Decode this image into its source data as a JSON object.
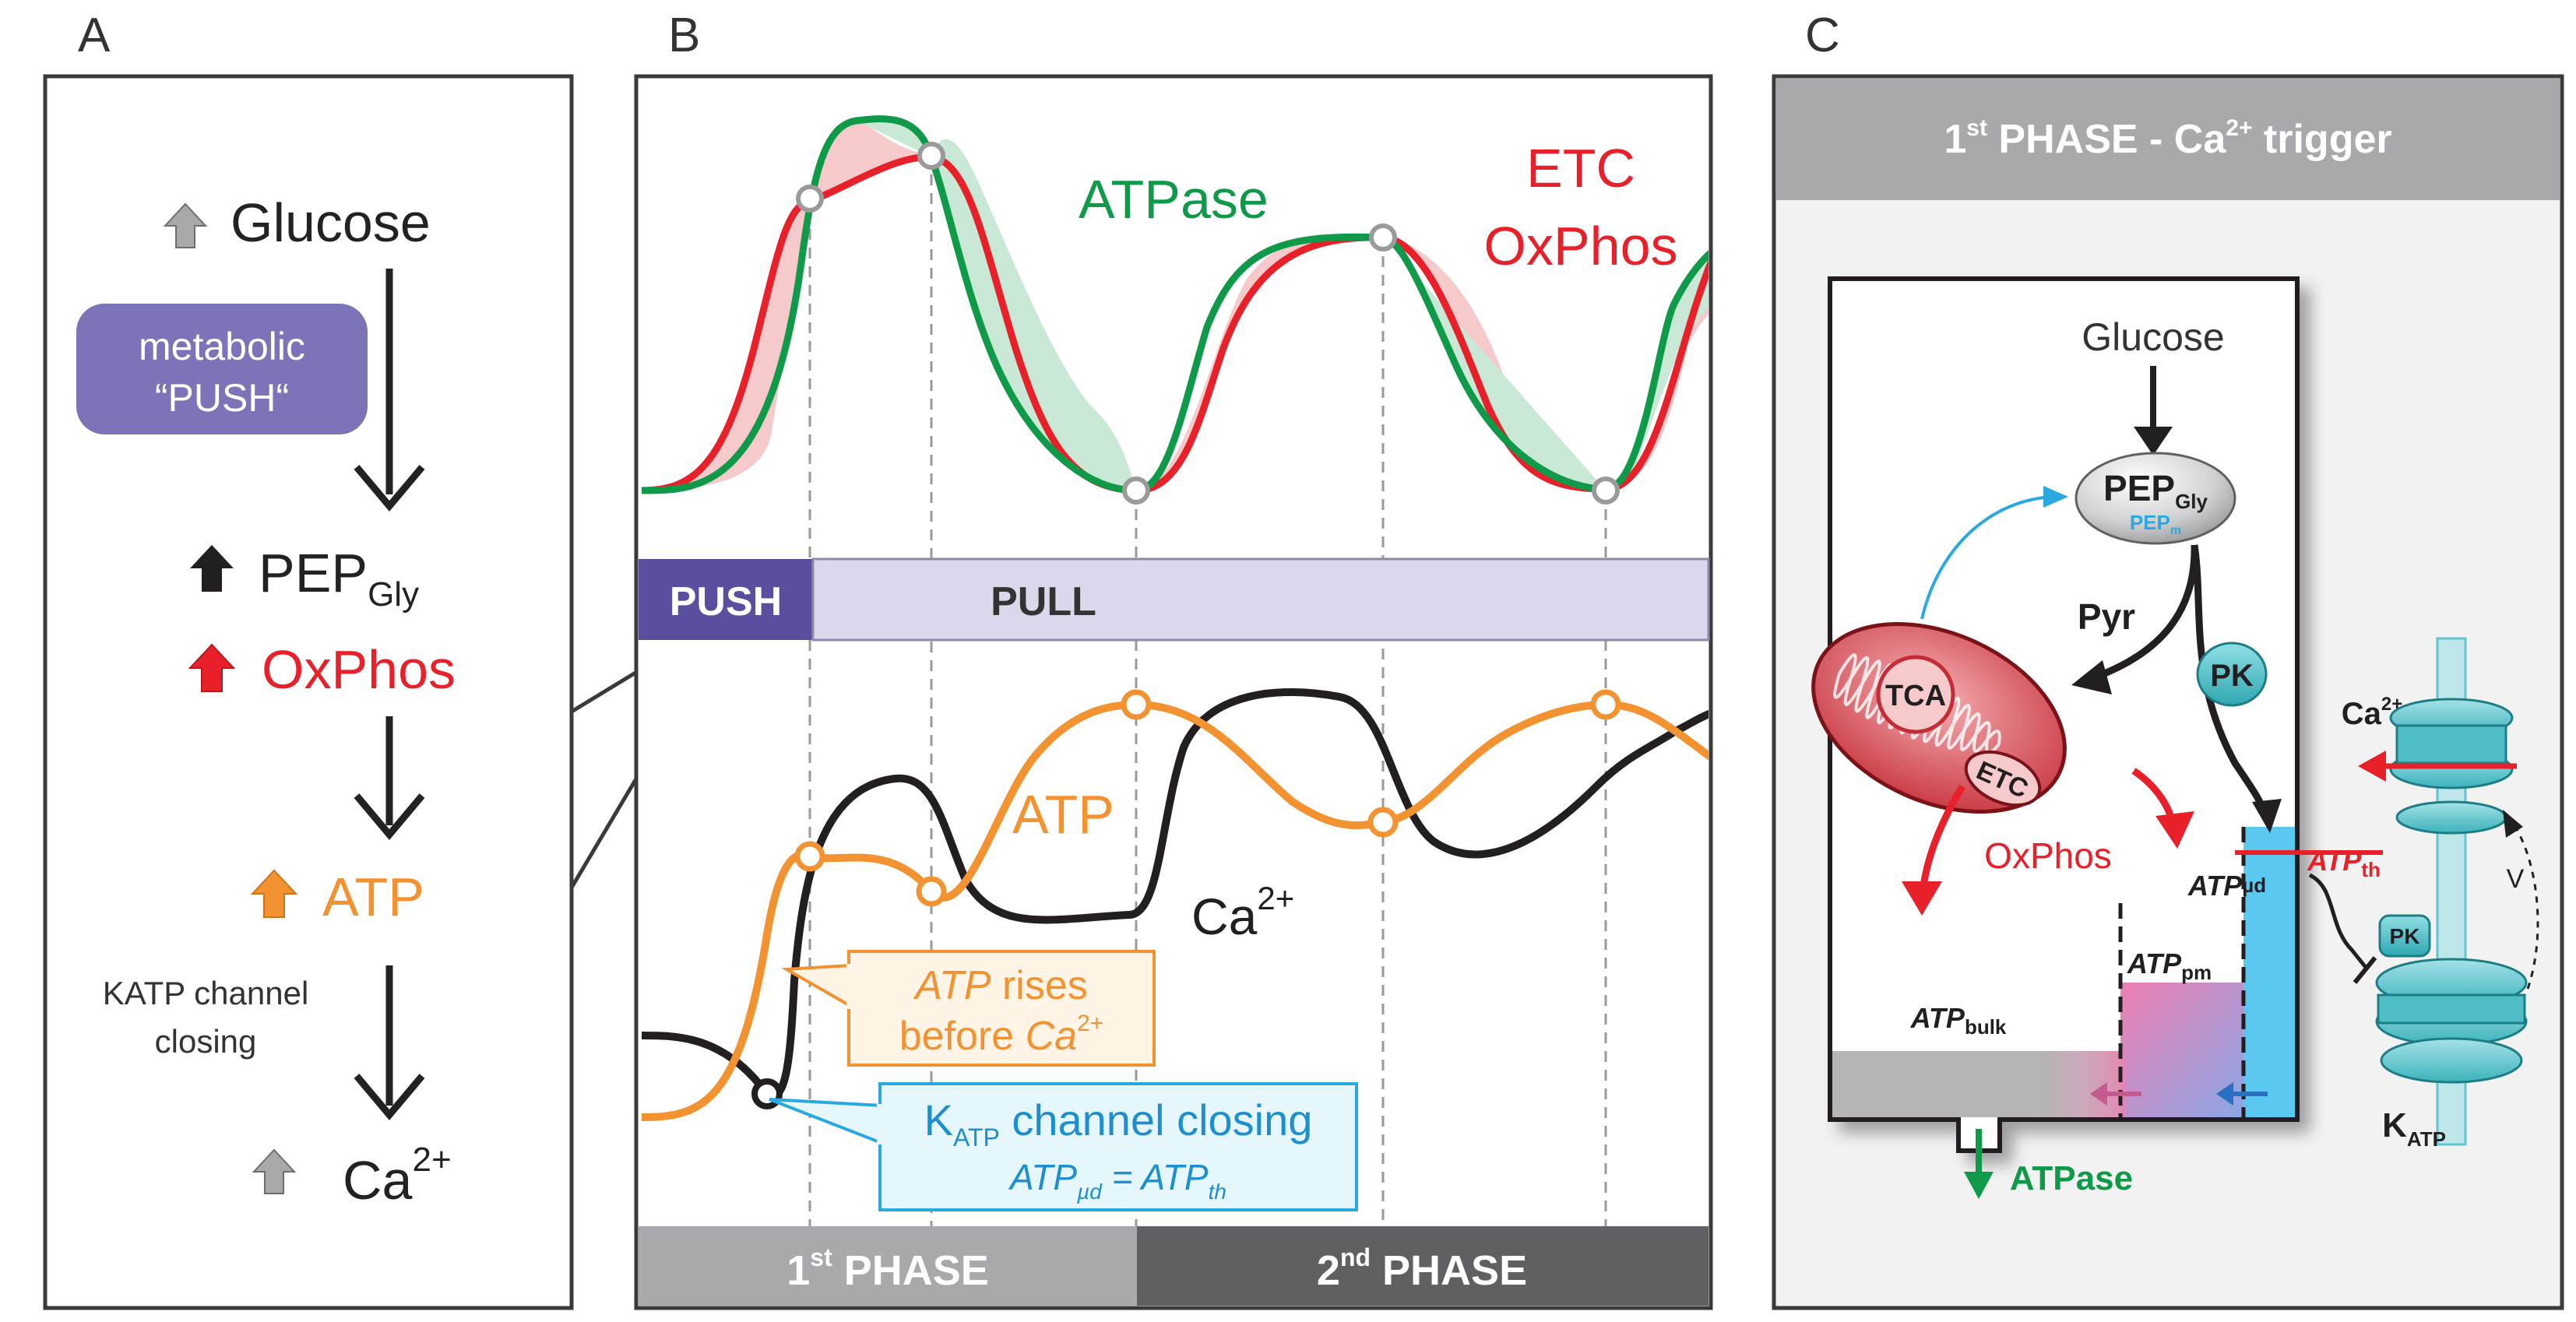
{
  "panels": {
    "a": {
      "letter": "A",
      "glucose": "Glucose",
      "push_line1": "metabolic",
      "push_line2": "“PUSH“",
      "pep": "PEP",
      "pep_sub": "Gly",
      "oxphos": "OxPhos",
      "atp": "ATP",
      "katp_line1": "KATP channel",
      "katp_line2": "closing",
      "ca": "Ca",
      "ca_sup": "2+"
    },
    "b": {
      "letter": "B",
      "atpase": "ATPase",
      "etc": "ETC",
      "oxphos": "OxPhos",
      "push": "PUSH",
      "pull": "PULL",
      "atp": "ATP",
      "ca": "Ca",
      "ca_sup": "2+",
      "callout_atp_italic": "ATP",
      "callout_atp_rest": " rises",
      "callout_before": "before ",
      "callout_ca_italic": "Ca",
      "callout_ca_sup": "2+",
      "katp_k": "K",
      "katp_sub": "ATP",
      "katp_rest": " channel closing",
      "eq_left": "ATP",
      "eq_left_sub": "µd",
      "eq_mid": " = ",
      "eq_right": "ATP",
      "eq_right_sub": "th",
      "phase1_num": "1",
      "phase1_sup": "st",
      "phase1_word": " PHASE",
      "phase2_num": "2",
      "phase2_sup": "nd",
      "phase2_word": " PHASE"
    },
    "c": {
      "letter": "C",
      "header_pre": "1",
      "header_sup1": "st",
      "header_mid": " PHASE - Ca",
      "header_sup2": "2+",
      "header_post": " trigger",
      "glucose": "Glucose",
      "pep": "PEP",
      "pep_sub": "Gly",
      "pep2": "PEP",
      "pep2_sub": "m",
      "pyr": "Pyr",
      "pk": "PK",
      "tca": "TCA",
      "etc": "ETC",
      "oxphos": "OxPhos",
      "atp": "ATP",
      "atp_ud_sub": "µd",
      "atp_pm_sub": "pm",
      "atp_bulk_sub": "bulk",
      "atp_th_sub": "th",
      "ca": "Ca",
      "ca_sup": "2+",
      "v": "V",
      "pk_small": "PK",
      "katp_k": "K",
      "katp_sub": "ATP",
      "atpase": "ATPase"
    }
  },
  "colors": {
    "green": "#0e9a48",
    "red": "#e8202a",
    "orange": "#f39230",
    "purple": "#7b74b8",
    "lavender": "#dcd7ea",
    "blue": "#2aa8e0",
    "cyan": "#5ec6cf",
    "pink": "#ee7fb1",
    "grey_light": "#a7a9ac",
    "grey_dark": "#5e6063"
  }
}
